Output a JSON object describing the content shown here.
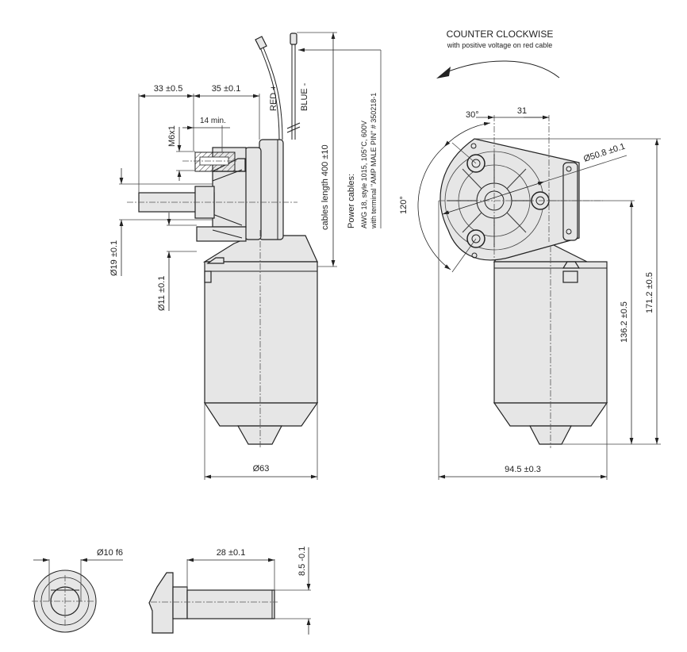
{
  "rotation": {
    "title": "COUNTER CLOCKWISE",
    "subtitle": "with positive voltage on red cable"
  },
  "side_view": {
    "dim_shaft_length": "33 ±0.5",
    "dim_flange_length": "35 ±0.1",
    "dim_thread_depth": "14 min.",
    "thread": "M6x1",
    "dim_shaft_diameter": "Ø19 ±0.1",
    "dim_boss_diameter": "Ø11 ±0.1",
    "dim_motor_diameter": "Ø63",
    "cable_red": "RED +",
    "cable_blue": "BLUE -",
    "cable_length": "cables length  400 ±10",
    "power_title": "Power cables:",
    "power_line1": "AWG 18, style 1015, 105°C, 600V",
    "power_line2": "with terminal \"AMP MALE PIN\" # 350218-1"
  },
  "front_view": {
    "angle_30": "30°",
    "angle_120": "120°",
    "dim_offset": "31",
    "dim_bolt_circle": "Ø50.8 ±0.1",
    "dim_height_axis": "136.2 ±0.5",
    "dim_height_total": "171.2 ±0.5",
    "dim_width": "94.5 ±0.3"
  },
  "shaft_detail": {
    "dim_diameter": "Ø10 f6",
    "dim_length": "28 ±0.1",
    "dim_flat": "8.5 -0.1"
  }
}
